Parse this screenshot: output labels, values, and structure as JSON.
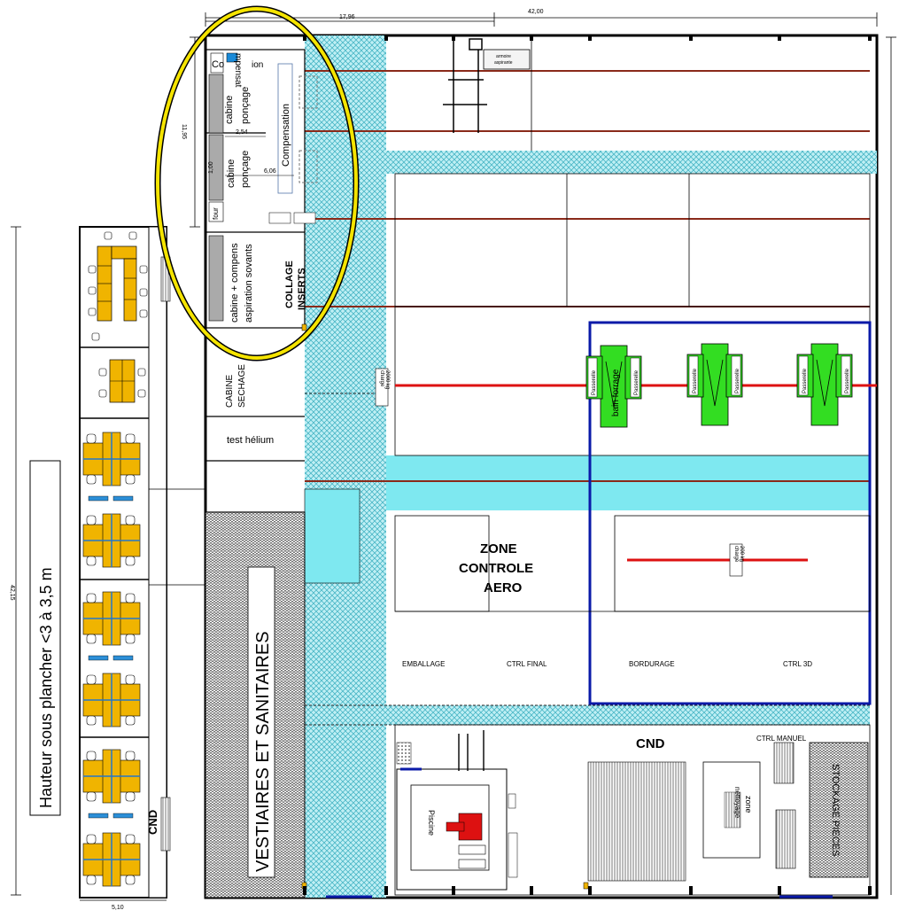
{
  "dimensions": {
    "top_left": "17,96",
    "top_total": "42,00",
    "left_height": "42,15",
    "bottom_left": "5,10",
    "upper_height": "11,95",
    "d_254": "2,54",
    "d_100": "1,00",
    "d_606": "6,06"
  },
  "height_note": "Hauteur sous plancher  <3 à 3,5 m",
  "rooms": {
    "co": "Co",
    "mpensat": "mpensat",
    "ion": "ion",
    "cabine_poncage_1a": "cabine",
    "cabine_poncage_1b": "ponçage",
    "cabine_poncage_2a": "cabine",
    "cabine_poncage_2b": "ponçage",
    "compensation": "Compensation",
    "four": "four",
    "cabine_compens_a": "cabine + compens",
    "cabine_compens_b": "aspiration sovants",
    "collage_a": "COLLAGE",
    "collage_b": "INSERTS",
    "cabine_sechage_a": "CABINE",
    "cabine_sechage_b": "SECHAGE",
    "test_helium": "test hélium",
    "vestiaires": "VESTIAIRES ET SANITAIRES",
    "zone_controle_a": "ZONE",
    "zone_controle_b": "CONTROLE",
    "zone_controle_c": "AERO",
    "emballage": "EMBALLAGE",
    "ctrl_final": "CTRL FINAL",
    "bordurage": "BORDURAGE",
    "ctrl_3d": "CTRL 3D",
    "cnd_main": "CND",
    "cnd_office": "CND",
    "ctrl_manuel": "CTRL MANUEL",
    "stockage": "STOCKAGE PIECES",
    "piscine": "Piscine",
    "zone_nettoyage_a": "zone",
    "zone_nettoyage_b": "nettoyage",
    "bain_forrage": "bain forrage",
    "armoire_a": "armoire",
    "armoire_b": "aspirante"
  },
  "charges": {
    "charge_1_a": "charge",
    "charge_1_b": "2000 kg",
    "charge_2_a": "charge",
    "charge_2_b": "200 kg"
  },
  "passerelle": "Passerelle",
  "colors": {
    "wall": "#000000",
    "aisle_hatch": "#8ad6e0",
    "aisle_solid": "#7ee8f0",
    "machine": "#33dd22",
    "desk": "#f0b400",
    "ellipse": "#f5e400",
    "control_zone": "#0a1aa8",
    "crane": "#dd1111",
    "rail": "#8a2a1a"
  }
}
